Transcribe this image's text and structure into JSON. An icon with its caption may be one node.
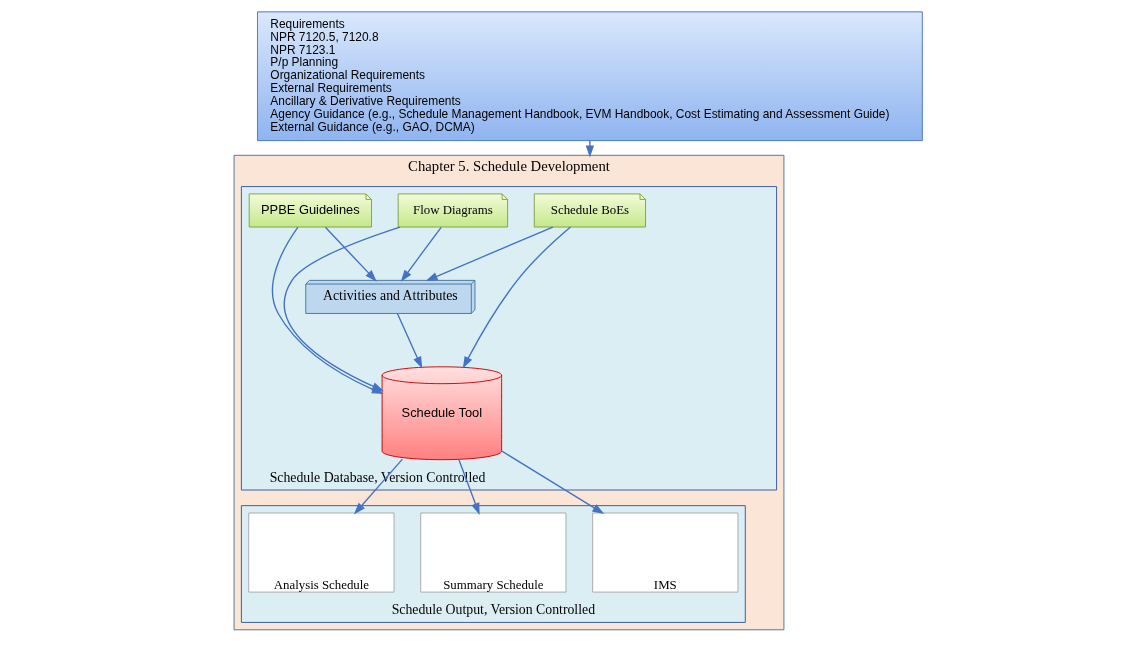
{
  "diagram": {
    "nodes": [
      {
        "text": [
          "Requirements",
          "NPR 7120.5, 7120.8",
          "NPR 7123.1",
          "P/p Planning",
          "Organizational Requirements",
          "External Requirements",
          "Ancillary & Derivative Requirements",
          "Agency Guidance (e.g., Schedule Management Handbook, EVM Handbook, Cost Estimating and Assessment Guide)",
          "External Guidance (e.g., GAO, DCMA)"
        ]
      },
      {
        "text": [
          "Chapter 5. Schedule Development"
        ]
      },
      {
        "text": [
          "Schedule Database, Version Controlled"
        ],
        "in": 1
      },
      {
        "text": [
          "Schedule BoEs"
        ],
        "in": 2
      },
      {
        "text": [
          "Flow Diagrams"
        ],
        "in": 2
      },
      {
        "text": [
          "PPBE Guidelines"
        ],
        "in": 2
      },
      {
        "text": [
          "Activities and Attributes"
        ],
        "in": 2
      },
      {
        "text": [
          "Schedule Tool"
        ],
        "in": 2
      },
      {
        "text": [
          "Schedule Output, Version Controlled"
        ],
        "in": 1
      },
      {
        "text": [
          "IMS"
        ],
        "in": 8
      },
      {
        "text": [
          "Summary Schedule"
        ],
        "in": 8
      },
      {
        "text": [
          "Analysis Schedule"
        ],
        "in": 8
      }
    ],
    "edges": [
      {
        "from": 0,
        "to": 1,
        "arrow": "to"
      },
      {
        "from": 3,
        "to": 6,
        "arrow": "to"
      },
      {
        "from": 3,
        "to": 7,
        "arrow": "to"
      },
      {
        "from": 4,
        "to": 6,
        "arrow": "to"
      },
      {
        "from": 4,
        "to": 7,
        "arrow": "to"
      },
      {
        "from": 5,
        "to": 6,
        "arrow": "to"
      },
      {
        "from": 5,
        "to": 7,
        "arrow": "to"
      },
      {
        "from": 6,
        "to": 7,
        "arrow": "to"
      },
      {
        "from": 7,
        "to": 9,
        "arrow": "to"
      },
      {
        "from": 7,
        "to": 10,
        "arrow": "to"
      },
      {
        "from": 7,
        "to": 11,
        "arrow": "to"
      }
    ]
  }
}
